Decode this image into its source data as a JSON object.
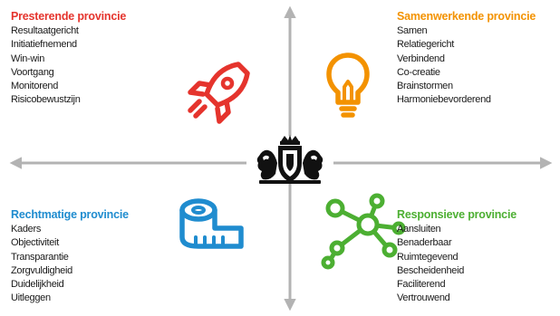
{
  "colors": {
    "axis": "#b3b3b3",
    "red": "#e5342d",
    "orange": "#f39200",
    "blue": "#1f8ccf",
    "green": "#4caf32"
  },
  "quadrants": {
    "top_left": {
      "title": "Presterende provincie",
      "color": "#e5342d",
      "icon": "rocket-icon",
      "items": [
        "Resultaatgericht",
        "Initiatiefnemend",
        "Win-win",
        "Voortgang",
        "Monitorend",
        "Risicobewustzijn"
      ]
    },
    "top_right": {
      "title": "Samenwerkende provincie",
      "color": "#f39200",
      "icon": "lightbulb-icon",
      "items": [
        "Samen",
        "Relatiegericht",
        "Verbindend",
        "Co-creatie",
        "Brainstormen",
        "Harmoniebevorderend"
      ]
    },
    "bottom_left": {
      "title": "Rechtmatige provincie",
      "color": "#1f8ccf",
      "icon": "measuring-tape-icon",
      "items": [
        "Kaders",
        "Objectiviteit",
        "Transparantie",
        "Zorgvuldigheid",
        "Duidelijkheid",
        "Uitleggen"
      ]
    },
    "bottom_right": {
      "title": "Responsieve provincie",
      "color": "#4caf32",
      "icon": "network-icon",
      "items": [
        "Aansluiten",
        "Benaderbaar",
        "Ruimtegevend",
        "Bescheidenheid",
        "Faciliterend",
        "Vertrouwend"
      ]
    }
  },
  "center": {
    "icon": "coat-of-arms-icon"
  }
}
